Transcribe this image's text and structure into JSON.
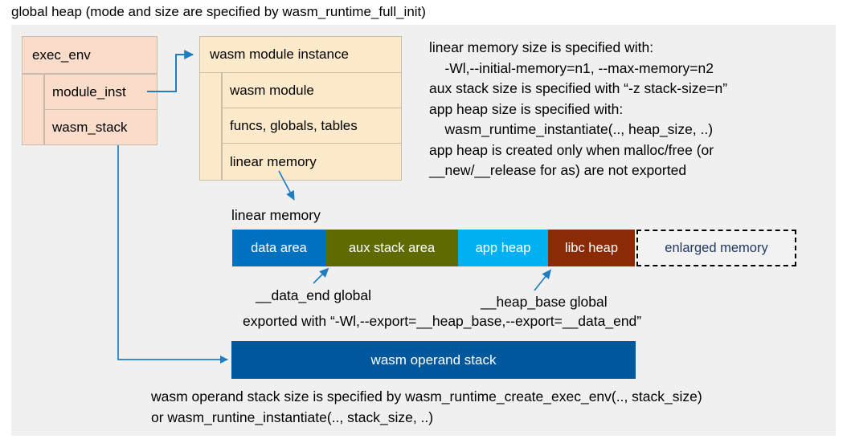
{
  "title": "global heap (mode and size are specified by wasm_runtime_full_init)",
  "exec_env": {
    "header": "exec_env",
    "rows": [
      "module_inst",
      "wasm_stack"
    ]
  },
  "module_instance": {
    "header": "wasm module instance",
    "rows": [
      "wasm module",
      "funcs, globals, tables",
      "linear memory"
    ]
  },
  "info_text": "linear memory size is specified with:\n    -Wl,--initial-memory=n1, --max-memory=n2\naux stack size is specified with “-z stack-size=n”\napp heap size is specified with:\n    wasm_runtime_instantiate(.., heap_size, ..)\napp heap is created only when malloc/free (or\n__new/__release for as) are not exported",
  "linear_memory": {
    "label": "linear memory",
    "segments": [
      {
        "label": "data area",
        "color": "#0070c0",
        "width": 116
      },
      {
        "label": "aux stack area",
        "color": "#5f6b00",
        "width": 165
      },
      {
        "label": "app heap",
        "color": "#00b0f0",
        "width": 112
      },
      {
        "label": "libc heap",
        "color": "#8a2b06",
        "width": 108
      },
      {
        "label": "enlarged memory",
        "color": "#f2f2f2",
        "width": 199,
        "dashed": true
      }
    ]
  },
  "annotations": {
    "data_end": "__data_end global",
    "heap_base": "__heap_base global",
    "exported_with": "exported with “-Wl,--export=__heap_base,--export=__data_end”"
  },
  "operand_stack": {
    "label": "wasm operand stack",
    "color": "#00589c"
  },
  "bottom_text": "wasm operand stack size is specified by wasm_runtime_create_exec_env(.., stack_size)\nor wasm_runtine_instantiate(.., stack_size, ..)",
  "colors": {
    "panel_bg": "#f0f0f0",
    "pink": "#fadccb",
    "orange": "#fdeaca",
    "connector_blue": "#1f7ec2"
  }
}
